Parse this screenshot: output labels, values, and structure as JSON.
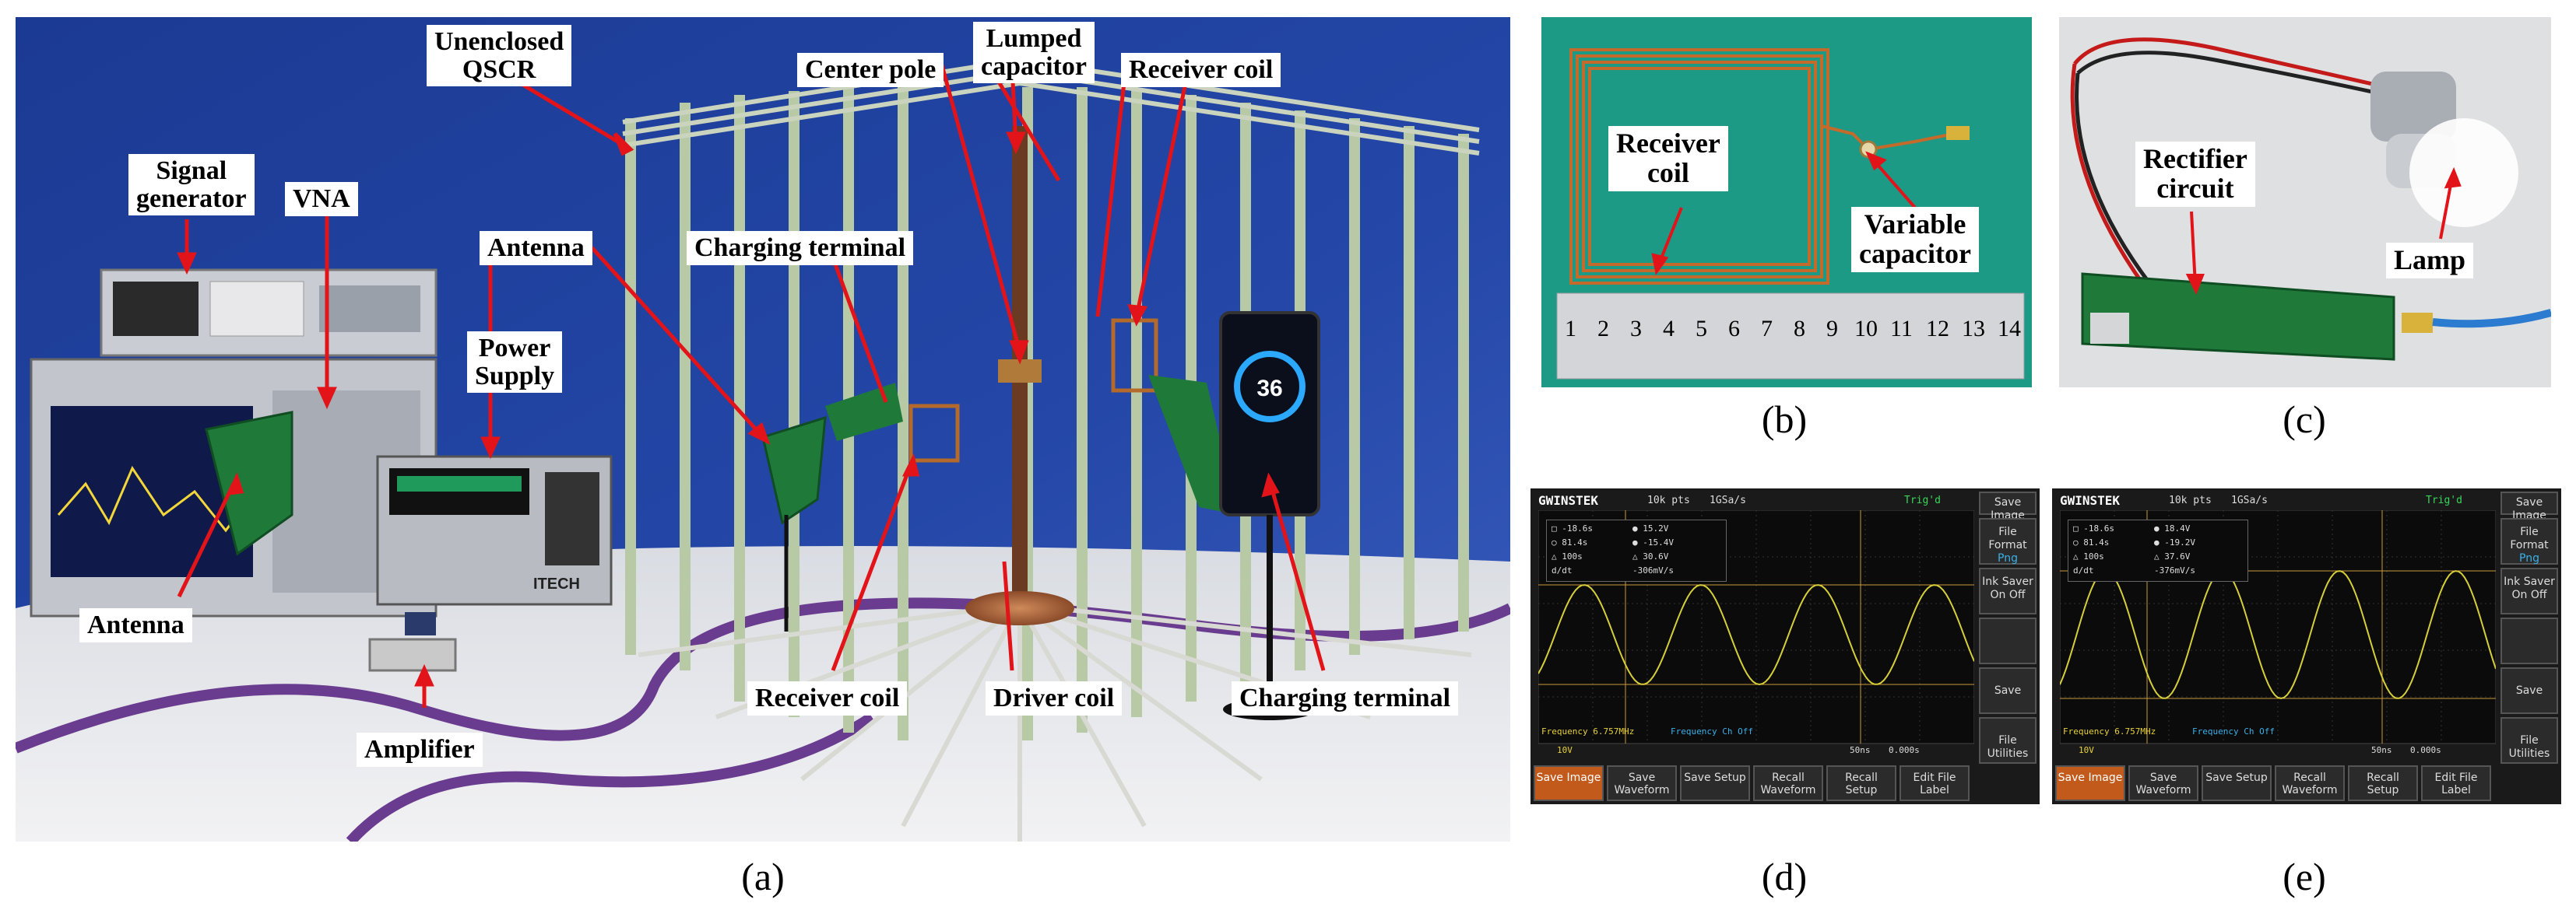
{
  "panel_a": {
    "caption": "(a)",
    "labels": {
      "unenclosed_qscr": [
        "Unenclosed",
        "QSCR"
      ],
      "center_pole": "Center pole",
      "lumped_capacitor": [
        "Lumped",
        "capacitor"
      ],
      "receiver_coil_top": "Receiver coil",
      "signal_generator": [
        "Signal",
        "generator"
      ],
      "vna": "VNA",
      "antenna_mid": "Antenna",
      "charging_terminal_mid": "Charging terminal",
      "power_supply": [
        "Power",
        "Supply"
      ],
      "antenna_left": "Antenna",
      "amplifier": "Amplifier",
      "receiver_coil_bottom": "Receiver coil",
      "driver_coil": "Driver coil",
      "charging_terminal_right": "Charging terminal"
    },
    "device_text": {
      "itech": "ITECH",
      "phone_percent": "36"
    }
  },
  "panel_b": {
    "caption": "(b)",
    "labels": {
      "receiver_coil": [
        "Receiver",
        "coil"
      ],
      "variable_capacitor": [
        "Variable",
        "capacitor"
      ]
    },
    "ruler_numbers": [
      "1",
      "2",
      "3",
      "4",
      "5",
      "6",
      "7",
      "8",
      "9",
      "10",
      "11",
      "12",
      "13",
      "14"
    ]
  },
  "panel_c": {
    "caption": "(c)",
    "labels": {
      "rectifier_circuit": [
        "Rectifier",
        "circuit"
      ],
      "lamp": "Lamp"
    }
  },
  "panel_d": {
    "caption": "(d)",
    "scope": {
      "brand": "GWINSTEK",
      "pts": "10k pts",
      "rate": "1GSa/s",
      "trig": "Trig'd",
      "meas_left": [
        "□  -18.6s",
        "○  81.4s",
        "△ 100s",
        "  d/dt"
      ],
      "meas_right": [
        "● 15.2V",
        "● -15.4V",
        "△ 30.6V",
        "-306mV/s"
      ],
      "freq1": "Frequency 6.757MHz",
      "freq2": "Frequency Ch Off",
      "bottom_left": "10V",
      "timebase": "50ns",
      "delay": "0.000s",
      "side_buttons": [
        {
          "title": "Save Image",
          "value": ""
        },
        {
          "title": "File Format",
          "value": "Png"
        },
        {
          "title": "Ink Saver",
          "value": "On  Off"
        },
        {
          "title": "",
          "value": ""
        },
        {
          "title": "Save",
          "value": ""
        },
        {
          "title": "File Utilities",
          "value": ""
        }
      ],
      "bottom_buttons": [
        "Save Image",
        "Save Waveform",
        "Save Setup",
        "Recall Waveform",
        "Recall Setup",
        "Edit File Label"
      ]
    }
  },
  "panel_e": {
    "caption": "(e)",
    "scope": {
      "brand": "GWINSTEK",
      "pts": "10k pts",
      "rate": "1GSa/s",
      "trig": "Trig'd",
      "meas_left": [
        "□  -18.6s",
        "○  81.4s",
        "△ 100s",
        "  d/dt"
      ],
      "meas_right": [
        "● 18.4V",
        "● -19.2V",
        "△ 37.6V",
        "-376mV/s"
      ],
      "freq1": "Frequency 6.757MHz",
      "freq2": "Frequency Ch Off",
      "bottom_left": "10V",
      "timebase": "50ns",
      "delay": "0.000s",
      "side_buttons": [
        {
          "title": "Save Image",
          "value": ""
        },
        {
          "title": "File Format",
          "value": "Png"
        },
        {
          "title": "Ink Saver",
          "value": "On  Off"
        },
        {
          "title": "",
          "value": ""
        },
        {
          "title": "Save",
          "value": ""
        },
        {
          "title": "File Utilities",
          "value": ""
        }
      ],
      "bottom_buttons": [
        "Save Image",
        "Save Waveform",
        "Save Setup",
        "Recall Waveform",
        "Recall Setup",
        "Edit File Label"
      ]
    }
  },
  "colors": {
    "backdrop_blue": "#1f3f9a",
    "table_white": "#e6e7ea",
    "frame_green": "#b9c9a8",
    "arrow_red": "#e2141a",
    "scope_trace": "#d6cf3a",
    "pcb_green": "#1f7a3a"
  }
}
